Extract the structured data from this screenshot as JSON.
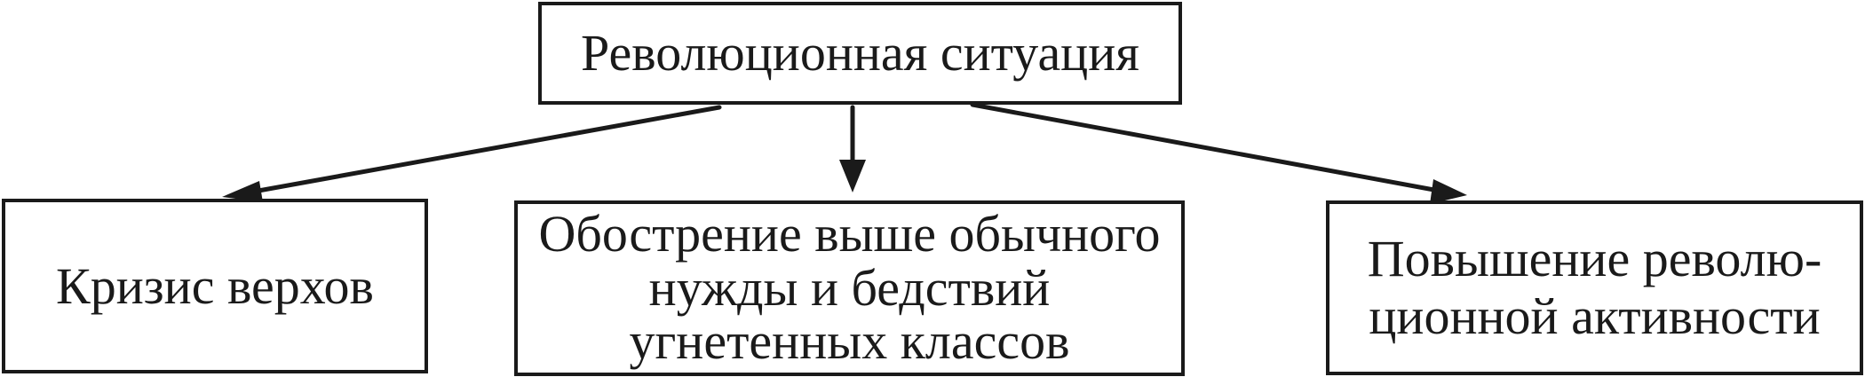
{
  "diagram": {
    "root": {
      "label": "Революционная ситуация"
    },
    "children": [
      {
        "lines": [
          "Кризис верхов"
        ]
      },
      {
        "lines": [
          "Обострение выше обычного",
          "нужды и бедствий",
          "угнетенных классов"
        ]
      },
      {
        "lines": [
          "Повышение револю-",
          "ционной активности"
        ]
      }
    ]
  }
}
